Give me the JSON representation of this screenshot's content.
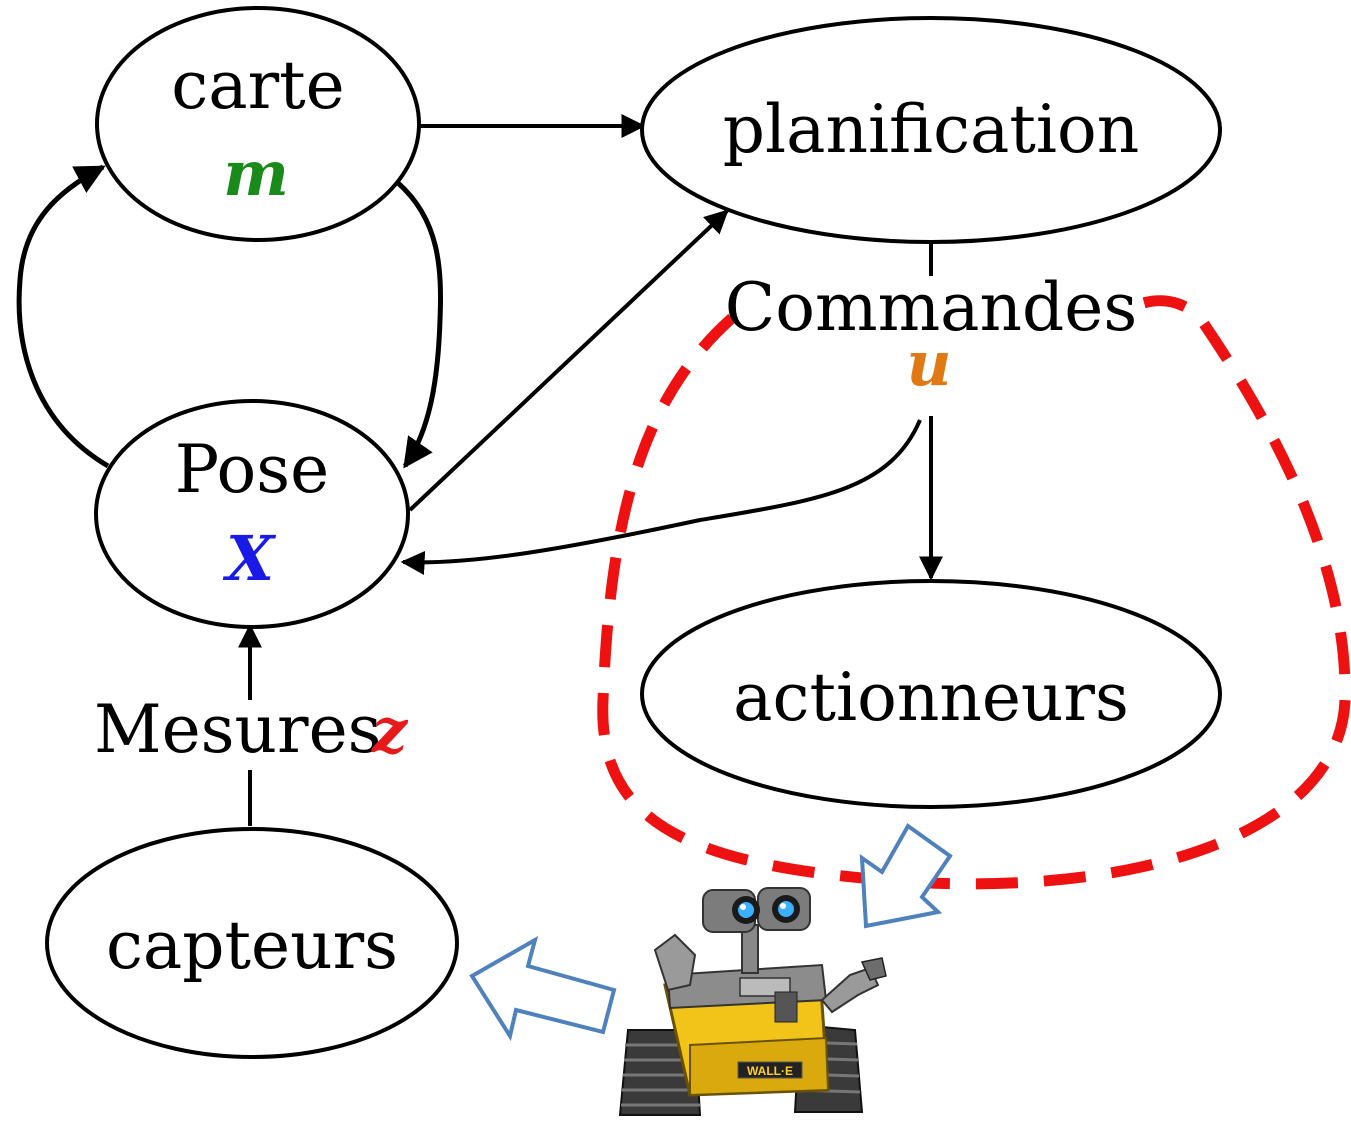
{
  "nodes": {
    "carte": {
      "label": "carte",
      "variable": "m"
    },
    "planification": {
      "label": "planification"
    },
    "pose": {
      "label": "Pose",
      "variable": "X"
    },
    "actionneurs": {
      "label": "actionneurs"
    },
    "capteurs": {
      "label": "capteurs"
    }
  },
  "edge_labels": {
    "commandes": {
      "label": "Commandes",
      "variable": "u"
    },
    "mesures": {
      "label": "Mesures",
      "variable": "z"
    }
  },
  "robot": {
    "badge": "WALL·E"
  },
  "colors": {
    "m": "#1a8a1a",
    "X": "#1a1ae6",
    "u": "#e07814",
    "z": "#e61a1a",
    "loop": "#ee1111",
    "hollow_arrow": "#4f81bd"
  }
}
